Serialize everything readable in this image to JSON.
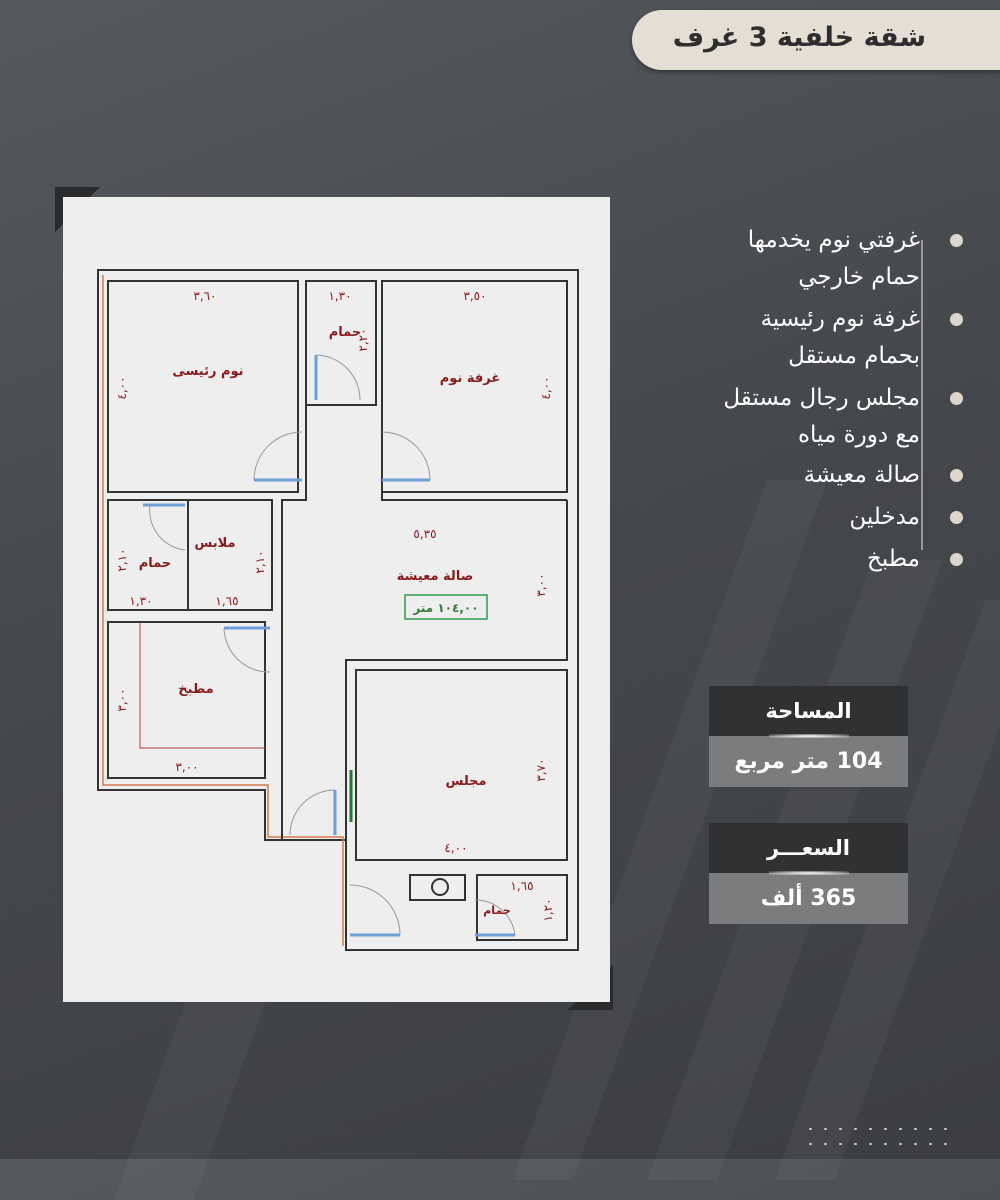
{
  "title": "شقة خلفية 3 غرف",
  "features": [
    "غرفتي نوم يخدمها\nحمام خارجي",
    "غرفة نوم رئيسية\nبحمام مستقل",
    "مجلس رجال مستقل\nمع دورة مياه",
    "صالة معيشة",
    "مدخلين",
    "مطبخ"
  ],
  "area": {
    "label": "المساحة",
    "value": "104 متر مربع"
  },
  "price": {
    "label": "السعـــر",
    "value": "365 ألف"
  },
  "plan": {
    "rooms": {
      "master_bedroom": "نوم رئيسى",
      "bath_top": "حمام",
      "bedroom": "غرفة نوم",
      "bath_left": "حمام",
      "closet": "ملابس",
      "living": "صالة معيشة",
      "living_area": "١٠٤,٠٠ متر",
      "kitchen": "مطبخ",
      "majlis": "مجلس",
      "bath_small": "حمام"
    },
    "dimensions": {
      "master_w": "٣,٦٠",
      "master_h": "٤,٠٠",
      "bath_top_w": "١,٣٠",
      "bath_top_h": "٢,٢٠",
      "bedroom_w": "٣,٥٠",
      "bedroom_h": "٤,٠٠",
      "bath_left_w": "١,٣٠",
      "bath_left_h": "٢,١٠",
      "closet_w": "١,٦٥",
      "closet_h": "٢,١٠",
      "living_w": "٥,٣٥",
      "living_h": "٣,٠٠",
      "kitchen_w": "٣,٠٠",
      "kitchen_h": "٣,٠٠",
      "majlis_w": "٤,٠٠",
      "majlis_h": "٣,٧٠",
      "bath_small_w": "١,٦٥",
      "bath_small_h": "١,٢٠"
    }
  },
  "colors": {
    "wall": "#333333",
    "label": "#8b1a1a",
    "door": "#6f9fd8",
    "area_box": "#2e9a4a",
    "outline": "#d47a4a"
  }
}
